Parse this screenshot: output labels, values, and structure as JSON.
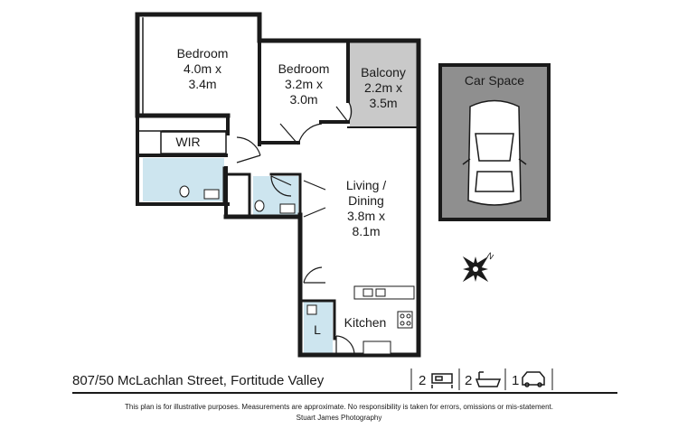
{
  "rooms": {
    "bedroom1": {
      "name": "Bedroom",
      "size_line1": "4.0m x",
      "size_line2": "3.4m"
    },
    "bedroom2": {
      "name": "Bedroom",
      "size_line1": "3.2m x",
      "size_line2": "3.0m"
    },
    "balcony": {
      "name": "Balcony",
      "size_line1": "2.2m x",
      "size_line2": "3.5m"
    },
    "living": {
      "name_line1": "Living /",
      "name_line2": "Dining",
      "size_line1": "3.8m x",
      "size_line2": "8.1m"
    },
    "wir": {
      "name": "WIR"
    },
    "kitchen": {
      "name": "Kitchen"
    },
    "laundry": {
      "name": "L"
    },
    "car_space": {
      "name": "Car Space"
    }
  },
  "footer": {
    "address": "807/50 McLachlan Street, Fortitude Valley",
    "bedrooms": "2",
    "bathrooms": "2",
    "car_spaces": "1",
    "disclaimer": "This plan is for illustrative purposes. Measurements are approximate. No responsibility is taken for errors, omissions or mis-statement.",
    "credit": "Stuart James Photography"
  },
  "compass": {
    "north_label": "N"
  },
  "colors": {
    "wall": "#1a1a1a",
    "balcony_fill": "#c9c9c9",
    "car_fill": "#8f8f8f",
    "wet_area": "#cde5ef",
    "floor": "#ffffff"
  },
  "icons": [
    "bed-icon",
    "bath-icon",
    "car-icon",
    "compass-icon"
  ]
}
